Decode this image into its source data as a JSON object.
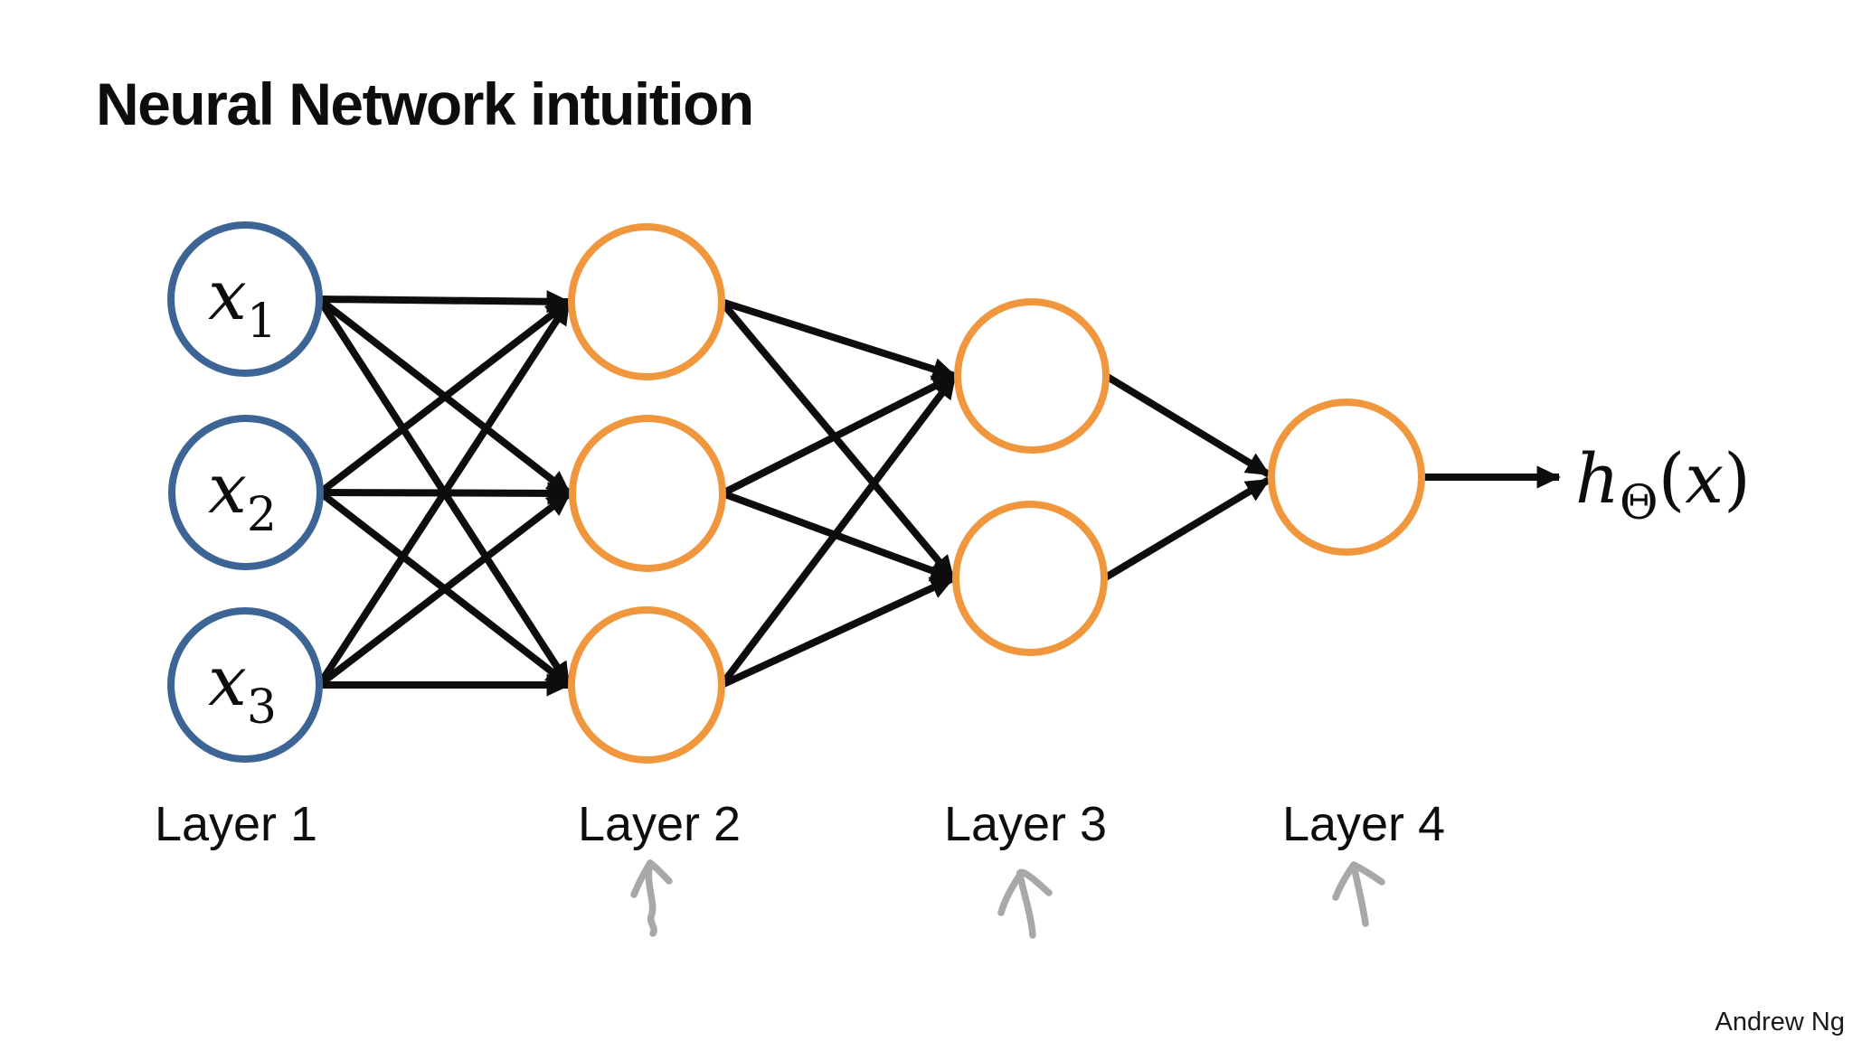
{
  "slide": {
    "title": "Neural Network intuition",
    "credit": "Andrew Ng",
    "background_color": "#ffffff"
  },
  "network": {
    "layer_labels": [
      "Layer 1",
      "Layer 2",
      "Layer 3",
      "Layer 4"
    ],
    "layer_sizes": [
      3,
      3,
      2,
      1
    ],
    "connectivity": "fully-connected-between-adjacent-layers",
    "input_labels": [
      {
        "base": "x",
        "sub": "1"
      },
      {
        "base": "x",
        "sub": "2"
      },
      {
        "base": "x",
        "sub": "3"
      }
    ],
    "output_formula": {
      "base": "h",
      "sub": "Θ",
      "open": "(",
      "arg": "x",
      "close": ")"
    },
    "colors": {
      "input_node_stroke": "#3c6595",
      "hidden_node_stroke": "#f0973e",
      "edge": "#0d0d0d",
      "sketch_arrow": "#a8a8a8",
      "text": "#0d0d0d"
    }
  }
}
